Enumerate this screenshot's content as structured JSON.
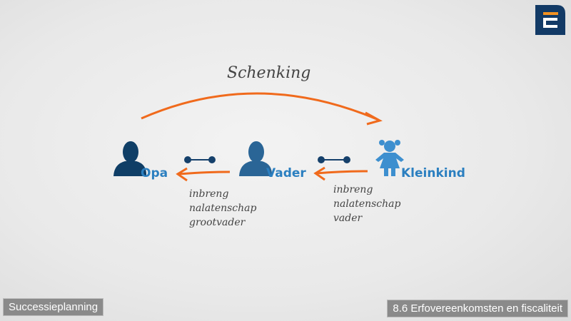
{
  "title": "Schenking",
  "people": [
    {
      "name": "Opa",
      "color": "#0f3e66"
    },
    {
      "name": "Vader",
      "color": "#2a6596"
    },
    {
      "name": "Kleinkind",
      "color": "#3d8fcf"
    }
  ],
  "notes": [
    [
      "inbreng",
      "nalatenschap",
      "grootvader"
    ],
    [
      "inbreng",
      "nalatenschap",
      "vader"
    ]
  ],
  "footer": {
    "left": "Successieplanning",
    "right": "8.6 Erfovereenkomsten en fiscaliteit"
  },
  "colors": {
    "arrow": "#f06a1c",
    "logo_bg": "#123a66",
    "logo_accent": "#f39221"
  }
}
